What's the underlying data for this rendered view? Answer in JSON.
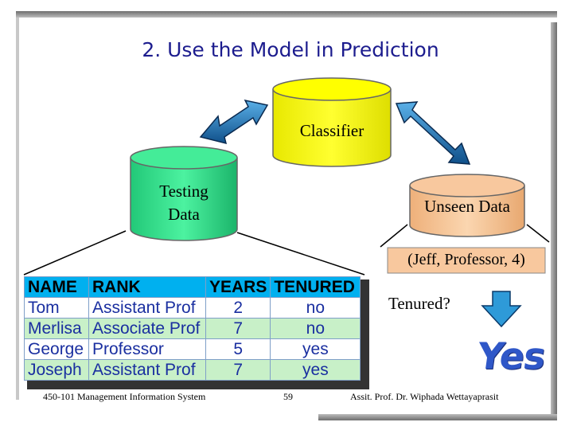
{
  "slide": {
    "title": "2. Use the Model in Prediction",
    "classifier_label": "Classifier",
    "testing_label_line1": "Testing",
    "testing_label_line2": "Data",
    "unseen_label": "Unseen Data",
    "unseen_instance": "(Jeff, Professor, 4)",
    "question": "Tenured?",
    "answer_graphic_text": "Yes"
  },
  "table": {
    "headers": [
      "NAME",
      "RANK",
      "YEARS",
      "TENURED"
    ],
    "rows": [
      [
        "Tom",
        "Assistant Prof",
        "2",
        "no"
      ],
      [
        "Merlisa",
        "Associate Prof",
        "7",
        "no"
      ],
      [
        "George",
        "Professor",
        "5",
        "yes"
      ],
      [
        "Joseph",
        "Assistant Prof",
        "7",
        "yes"
      ]
    ]
  },
  "footer": {
    "course": "450-101 Management Information System",
    "page": "59",
    "author": "Assit. Prof. Dr. Wiphada  Wettayaprasit"
  },
  "colors": {
    "classifier_fill": "#ffff00",
    "testing_fill": "#33e68a",
    "unseen_fill": "#f8c89e",
    "arrow_fill": "#1a6fa8",
    "table_header": "#00b0ef",
    "table_alt_row": "#c8f0c8",
    "title_color": "#1c1c8e",
    "yes_color": "#2f57c8"
  }
}
